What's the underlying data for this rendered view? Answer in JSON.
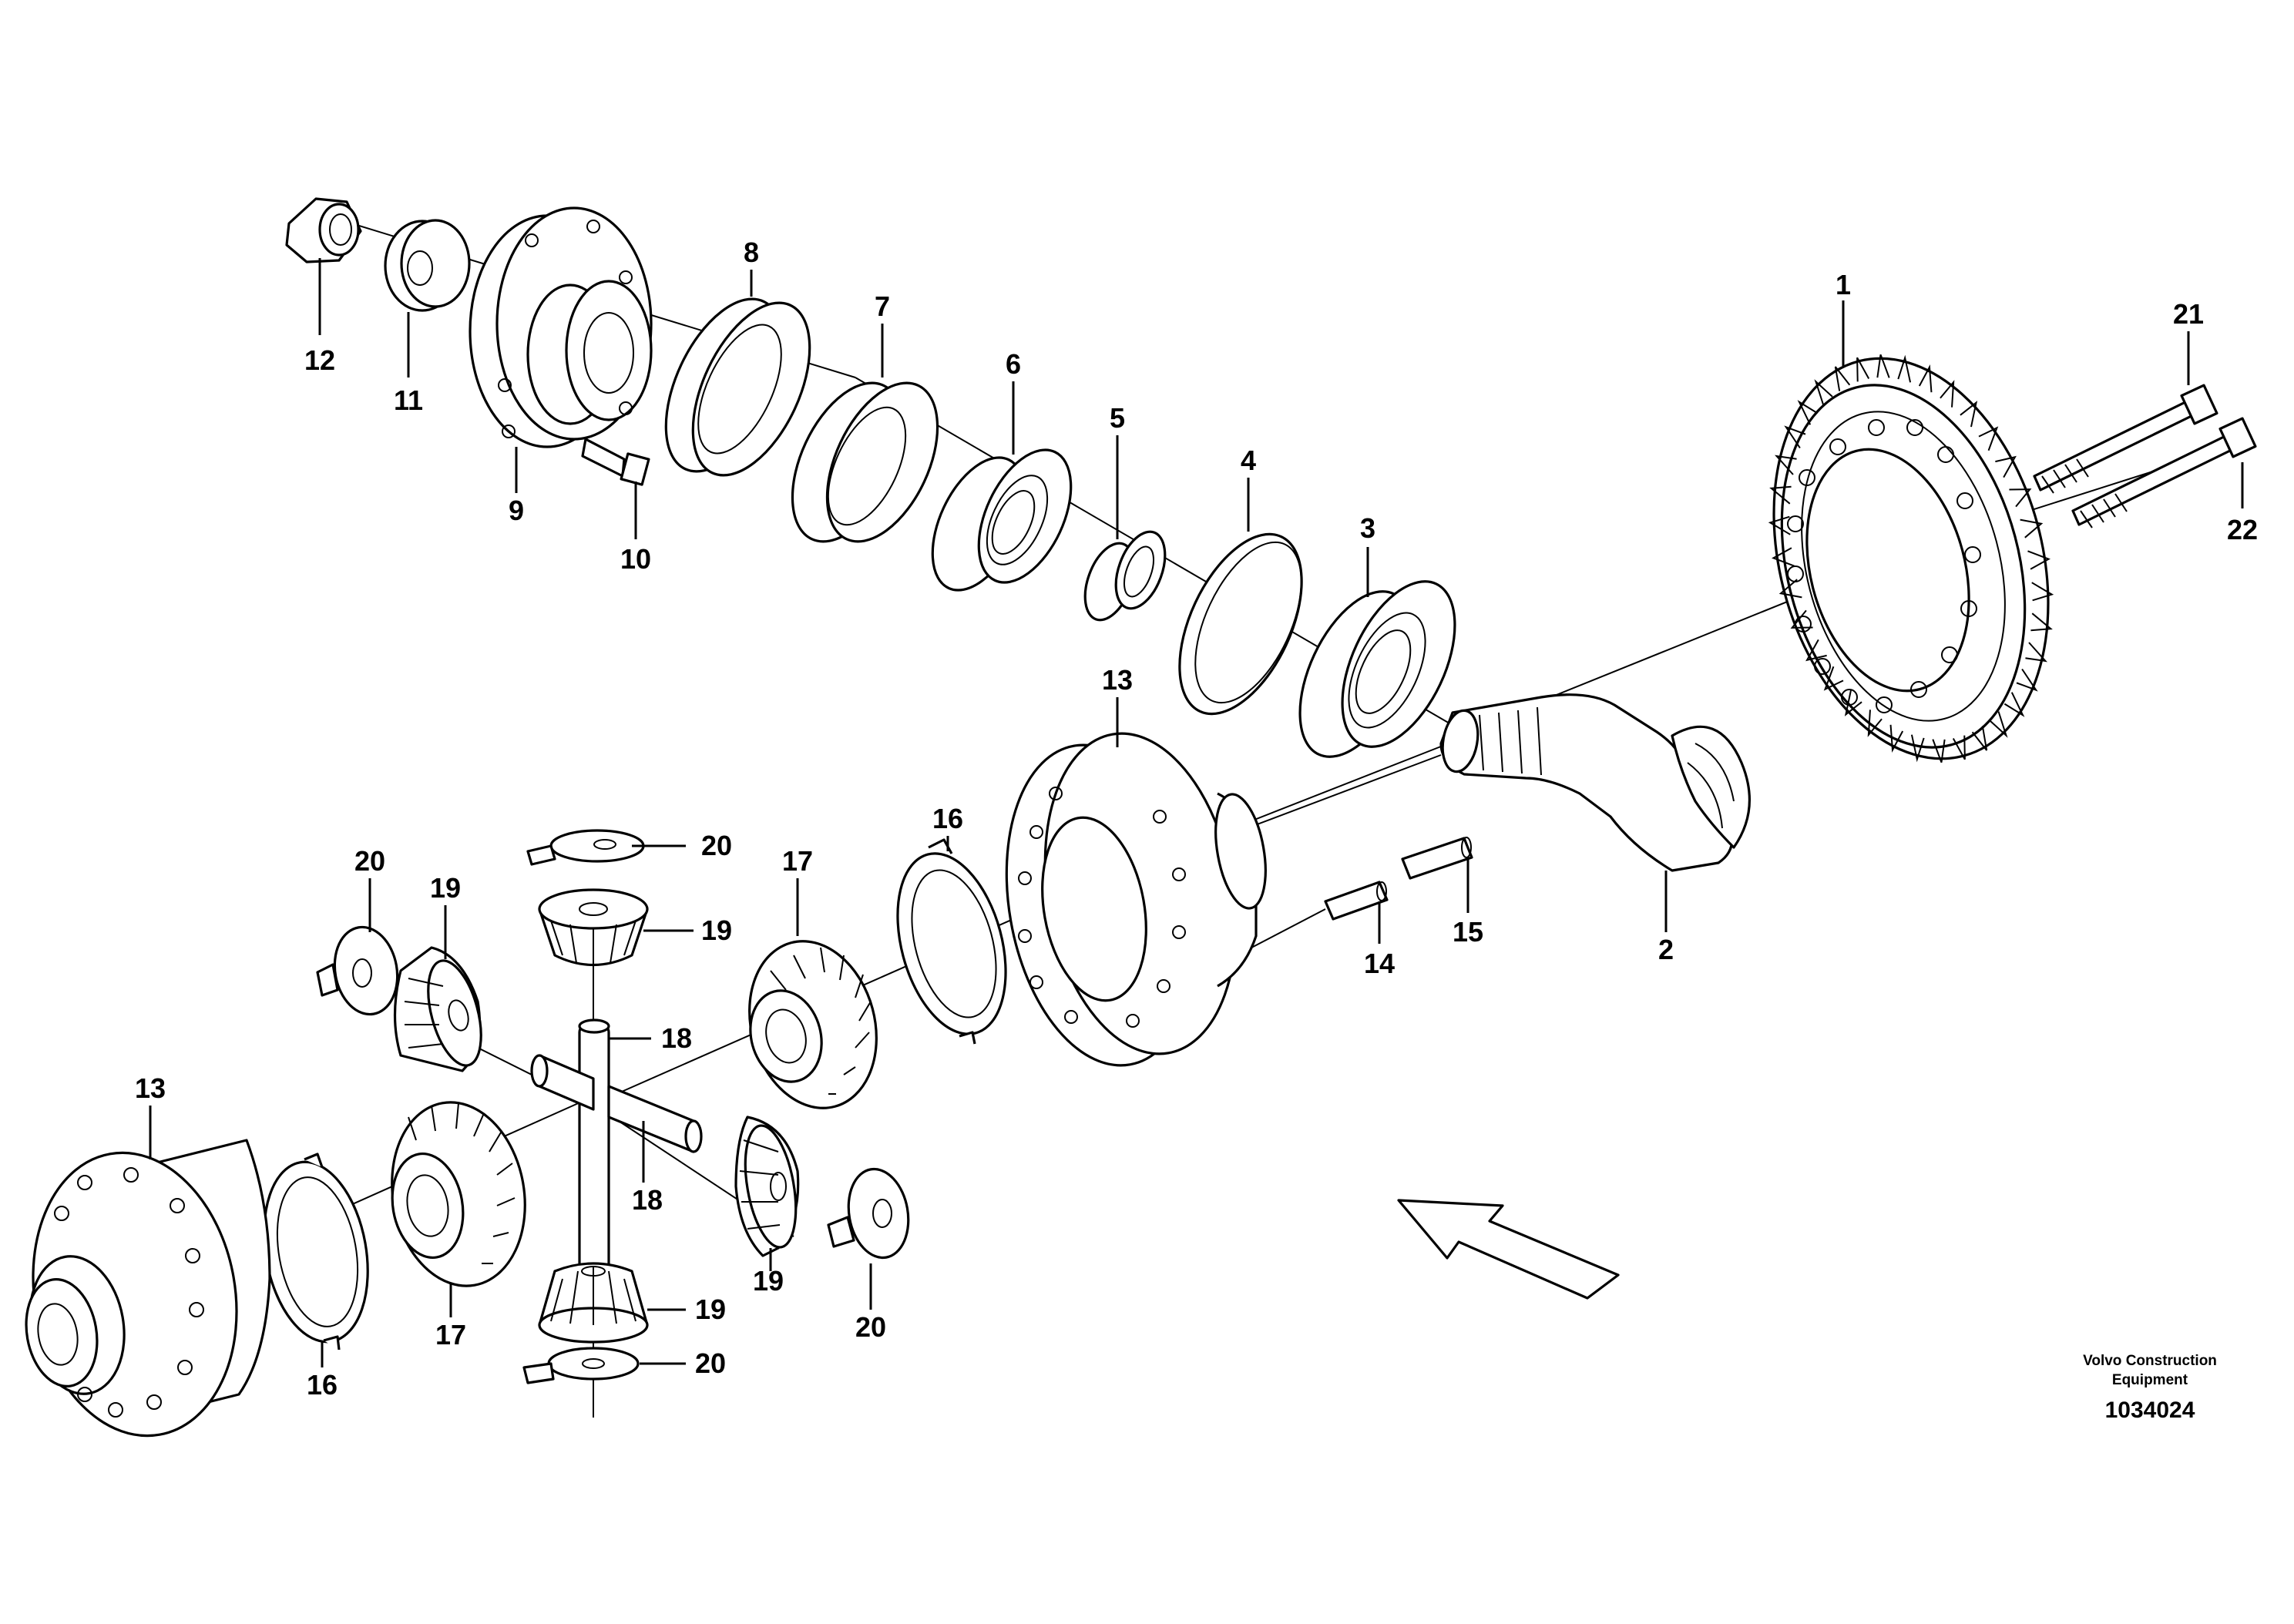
{
  "labels": {
    "l1": "1",
    "l2": "2",
    "l3": "3",
    "l4": "4",
    "l5": "5",
    "l6": "6",
    "l7": "7",
    "l8": "8",
    "l9": "9",
    "l10": "10",
    "l11": "11",
    "l12": "12",
    "l13a": "13",
    "l13b": "13",
    "l14": "14",
    "l15": "15",
    "l16a": "16",
    "l16b": "16",
    "l17a": "17",
    "l17b": "17",
    "l18a": "18",
    "l18b": "18",
    "l19a": "19",
    "l19b": "19",
    "l19c": "19",
    "l19d": "19",
    "l20a": "20",
    "l20b": "20",
    "l20c": "20",
    "l20d": "20",
    "l21": "21",
    "l22": "22"
  },
  "credit": {
    "line1": "Volvo Construction",
    "line2": "Equipment",
    "doc_number": "1034024"
  }
}
